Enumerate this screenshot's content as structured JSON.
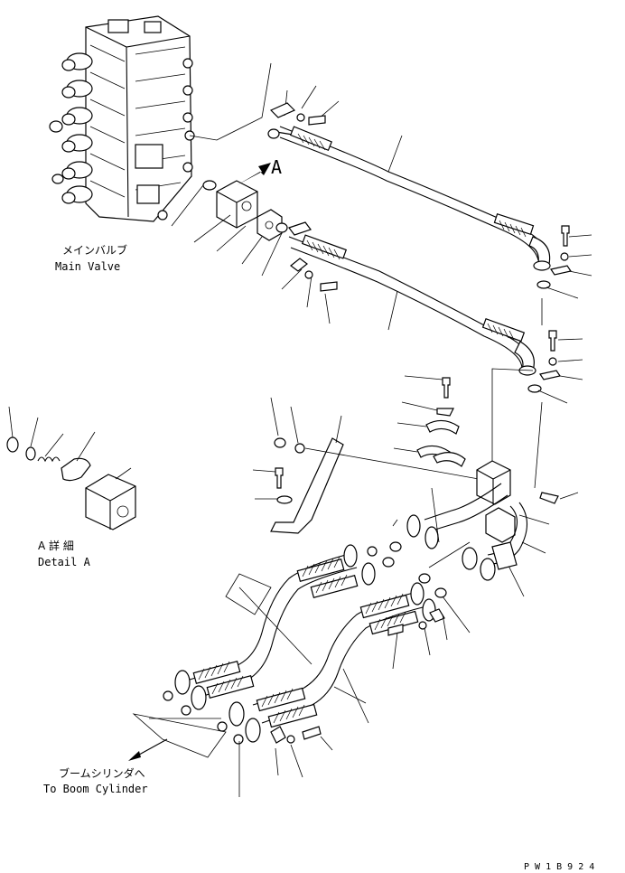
{
  "labels": {
    "main_valve_jp": "メインバルブ",
    "main_valve_en": "Main Valve",
    "view_arrow": "A",
    "detail_jp": "A 詳 細",
    "detail_en": "Detail A",
    "boom_cyl_jp": "ブームシリンダへ",
    "boom_cyl_en": "To Boom Cylinder",
    "drawing_code": "P W 1 B 9 2 4"
  }
}
